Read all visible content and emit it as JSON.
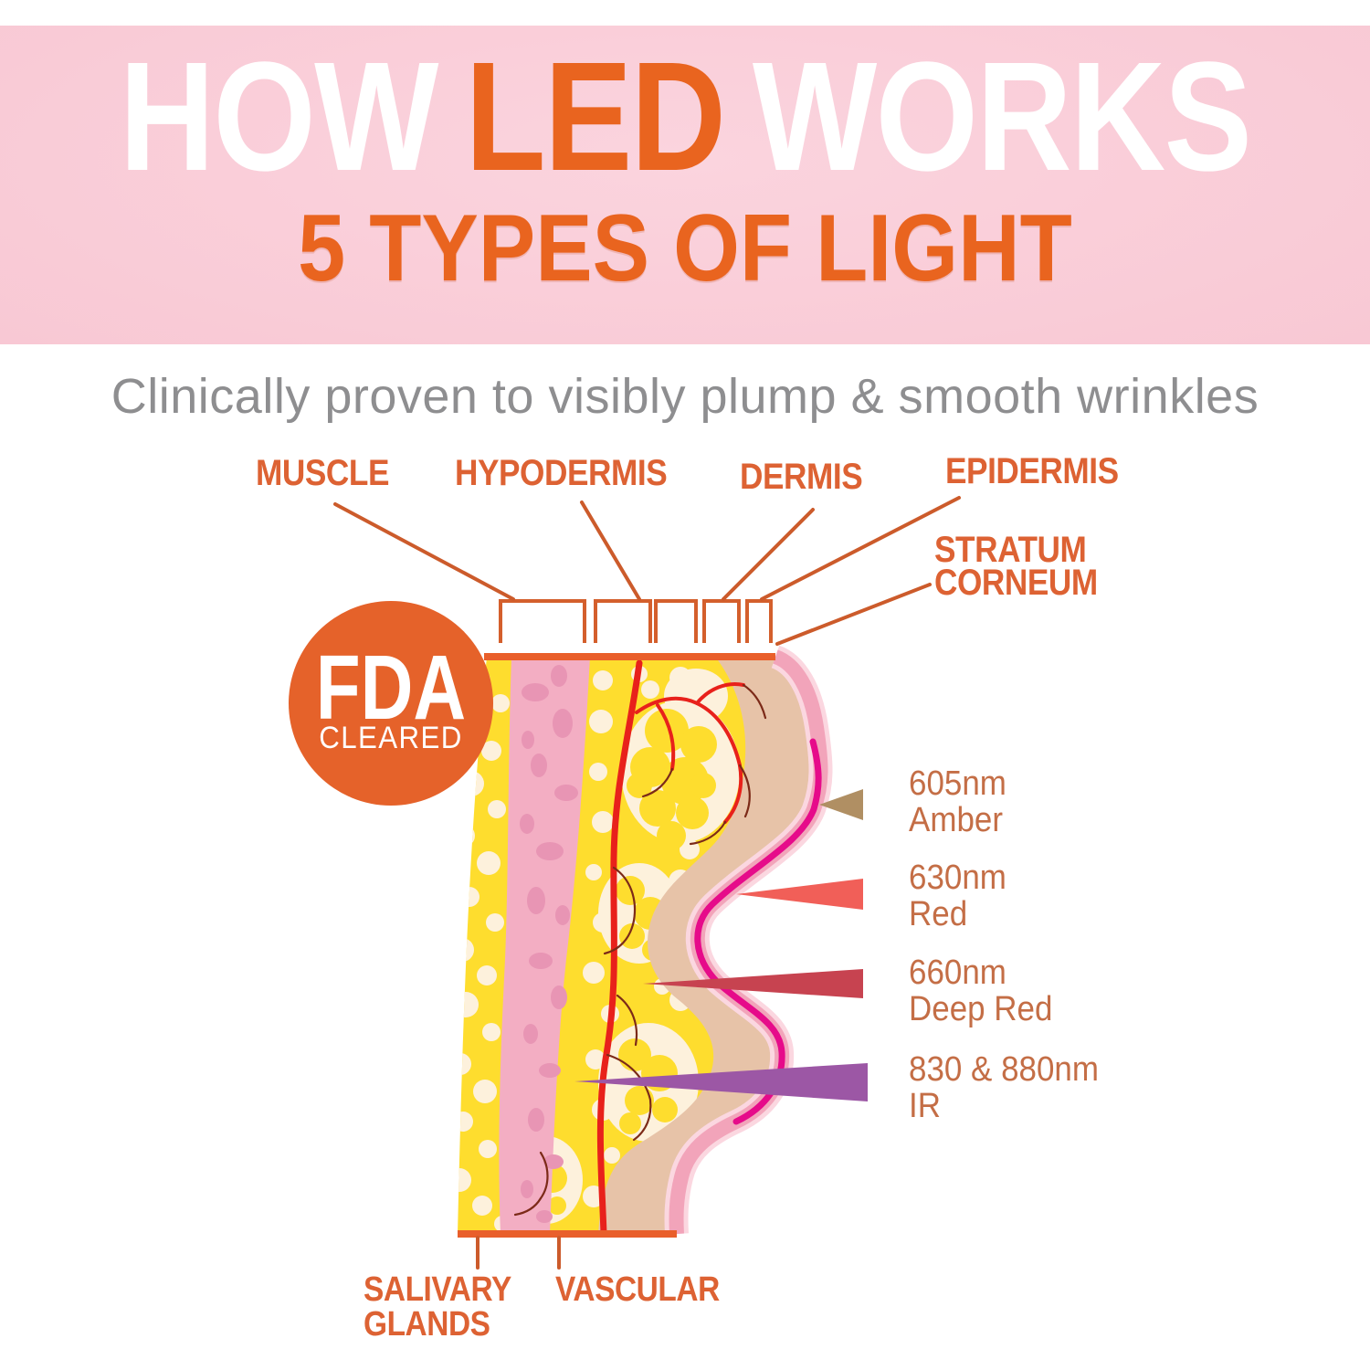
{
  "header": {
    "word1": "HOW",
    "word2": "LED",
    "word3": "WORKS",
    "subtitle": "5 TYPES OF LIGHT"
  },
  "tagline": "Clinically proven to visibly plump & smooth wrinkles",
  "badge": {
    "line1": "FDA",
    "line2": "CLEARED"
  },
  "skin_labels": {
    "muscle": "MUSCLE",
    "hypodermis": "HYPODERMIS",
    "dermis": "DERMIS",
    "epidermis": "EPIDERMIS",
    "stratum_line1": "STRATUM",
    "stratum_line2": "CORNEUM"
  },
  "wavelengths": [
    {
      "value": "605nm",
      "name": "Amber",
      "color": "#b08f63"
    },
    {
      "value": "630nm",
      "name": "Red",
      "color": "#f15f58"
    },
    {
      "value": "660nm",
      "name": "Deep Red",
      "color": "#c74350"
    },
    {
      "value": "830 & 880nm",
      "name": "IR",
      "color": "#9c57a5"
    }
  ],
  "bottom_labels": {
    "salivary_line1": "SALIVARY",
    "salivary_line2": "GLANDS",
    "vascular": "VASCULAR"
  },
  "colors": {
    "band_pink": "#f8c7d3",
    "accent_orange": "#e9641f",
    "badge_orange": "#e5622a",
    "label_orange": "#dd6233",
    "wavelength_text": "#c46e46",
    "tagline_gray": "#8e8e90",
    "line_orange": "#cc5b2b",
    "surface_orange": "#e95f2b",
    "bracket_orange": "#d45f2c",
    "fat_yellow": "#fedd2e",
    "fat_cream": "#fdf1dc",
    "muscle_pink": "#f3aec3",
    "muscle_spot": "#e895b4",
    "dermis_tan": "#e7c3a8",
    "epidermis_pink": "#f2a4ba",
    "epidermis_rim": "#fbd7e0",
    "stratum_magenta": "#e60b8a",
    "vessel_red": "#e8211b",
    "vessel_twig": "#7c2a18"
  }
}
